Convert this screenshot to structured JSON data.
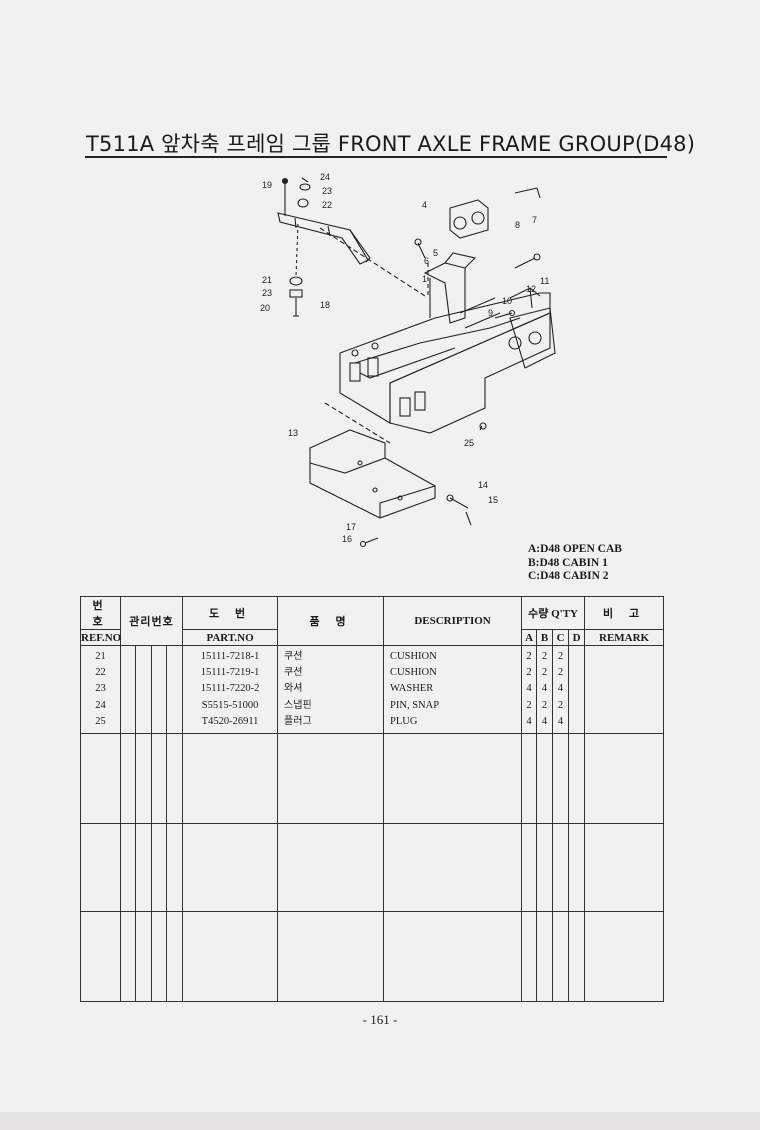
{
  "header": {
    "title": "T511A 앞차축 프레임 그룹 FRONT AXLE FRAME GROUP(D48)"
  },
  "diagram": {
    "callouts": [
      "24",
      "23",
      "22",
      "19",
      "4",
      "7",
      "8",
      "5",
      "6",
      "1",
      "11",
      "12",
      "21",
      "23",
      "20",
      "18",
      "10",
      "9",
      "13",
      "25",
      "14",
      "15",
      "17",
      "16"
    ]
  },
  "legend": {
    "a": "A:D48 OPEN CAB",
    "b": "B:D48 CABIN 1",
    "c": "C:D48 CABIN 2"
  },
  "table": {
    "headers": {
      "ref_ko": "번 호",
      "ref_en": "REF.NO",
      "mgmt_ko": "관리번호",
      "partno_ko": "도 번",
      "partno_en": "PART.NO",
      "name_ko": "품 명",
      "description": "DESCRIPTION",
      "qty": "수량 Q'TY",
      "qty_a": "A",
      "qty_b": "B",
      "qty_c": "C",
      "qty_d": "D",
      "remark_ko": "비 고",
      "remark_en": "REMARK"
    },
    "rows": [
      {
        "ref": "21",
        "part_no": "15111-7218-1",
        "name_ko": "쿠션",
        "desc": "CUSHION",
        "a": "2",
        "b": "2",
        "c": "2",
        "d": ""
      },
      {
        "ref": "22",
        "part_no": "15111-7219-1",
        "name_ko": "쿠션",
        "desc": "CUSHION",
        "a": "2",
        "b": "2",
        "c": "2",
        "d": ""
      },
      {
        "ref": "23",
        "part_no": "15111-7220-2",
        "name_ko": "와셔",
        "desc": "WASHER",
        "a": "4",
        "b": "4",
        "c": "4",
        "d": ""
      },
      {
        "ref": "24",
        "part_no": "S5515-51000",
        "name_ko": "스냅핀",
        "desc": "PIN, SNAP",
        "a": "2",
        "b": "2",
        "c": "2",
        "d": ""
      },
      {
        "ref": "25",
        "part_no": "T4520-26911",
        "name_ko": "플러그",
        "desc": "PLUG",
        "a": "4",
        "b": "4",
        "c": "4",
        "d": ""
      }
    ]
  },
  "footer": {
    "page_number": "- 161 -"
  }
}
